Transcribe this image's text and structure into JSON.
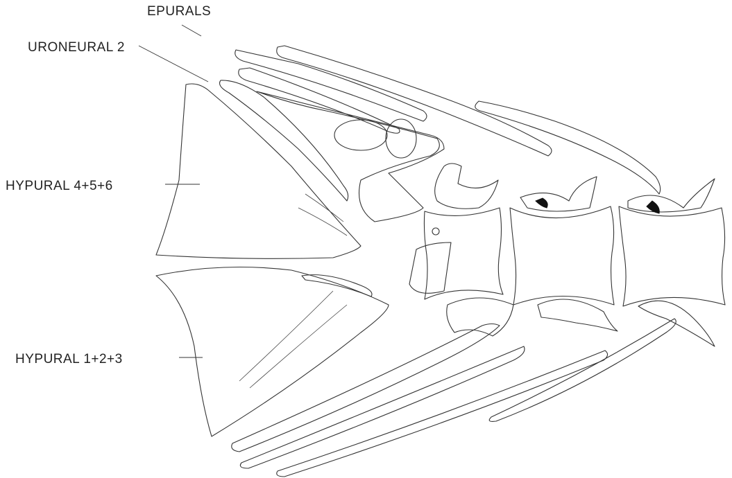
{
  "labels": {
    "epurals": "EPURALS",
    "uroneural": "URONEURAL 2",
    "hypural_upper": "HYPURAL 4+5+6",
    "hypural_lower": "HYPURAL 1+2+3"
  },
  "colors": {
    "background": "#ffffff",
    "ink": "#333333"
  }
}
